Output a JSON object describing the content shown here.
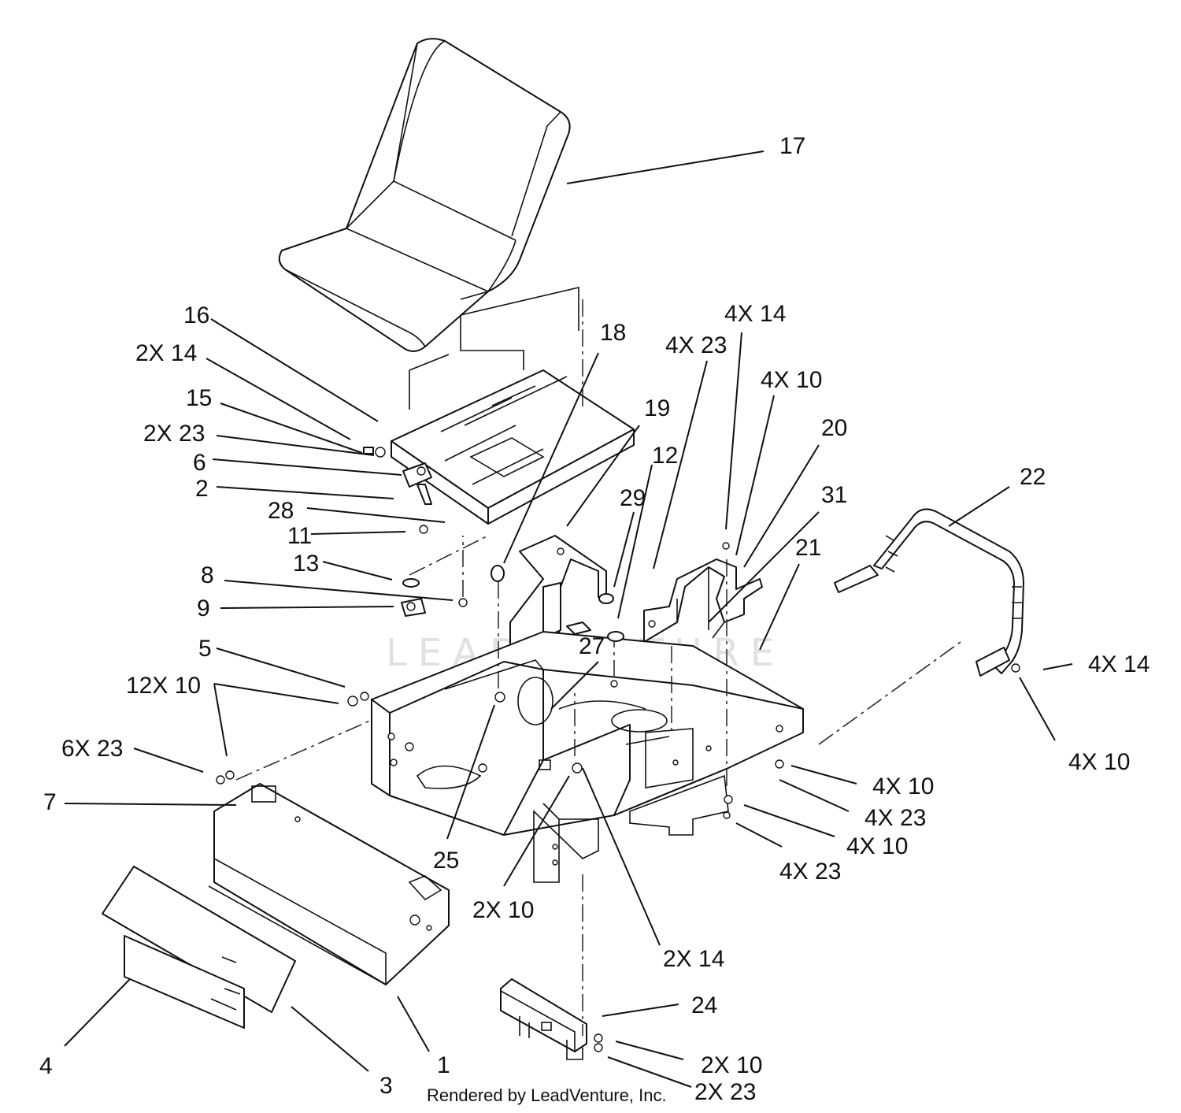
{
  "callouts": {
    "c17": "17",
    "c16": "16",
    "c2x14_a": "2X 14",
    "c15": "15",
    "c2x23_a": "2X 23",
    "c6": "6",
    "c2": "2",
    "c28": "28",
    "c11": "11",
    "c13": "13",
    "c8": "8",
    "c9": "9",
    "c5": "5",
    "c12x10": "12X 10",
    "c6x23": "6X 23",
    "c7": "7",
    "c4": "4",
    "c3": "3",
    "c1": "1",
    "c25": "25",
    "c18": "18",
    "c19": "19",
    "c12": "12",
    "c29": "29",
    "c27": "27",
    "c4x23_top": "4X 23",
    "c4x14_top": "4X 14",
    "c4x10_top": "4X 10",
    "c20": "20",
    "c31": "31",
    "c21": "21",
    "c22": "22",
    "c4x14_right": "4X 14",
    "c4x10_right": "4X 10",
    "c4x10_b1": "4X 10",
    "c4x23_b1": "4X 23",
    "c4x10_b2": "4X 10",
    "c4x23_b2": "4X 23",
    "c2x10_mid": "2X 10",
    "c2x14_mid": "2X 14",
    "c24": "24",
    "c2x10_bot": "2X 10",
    "c2x23_bot": "2X 23"
  },
  "credit": "Rendered by LeadVenture, Inc.",
  "watermark": "LEADVENTURE",
  "colors": {
    "line": "#111111",
    "background": "#ffffff",
    "watermark": "#c9c9c9"
  }
}
